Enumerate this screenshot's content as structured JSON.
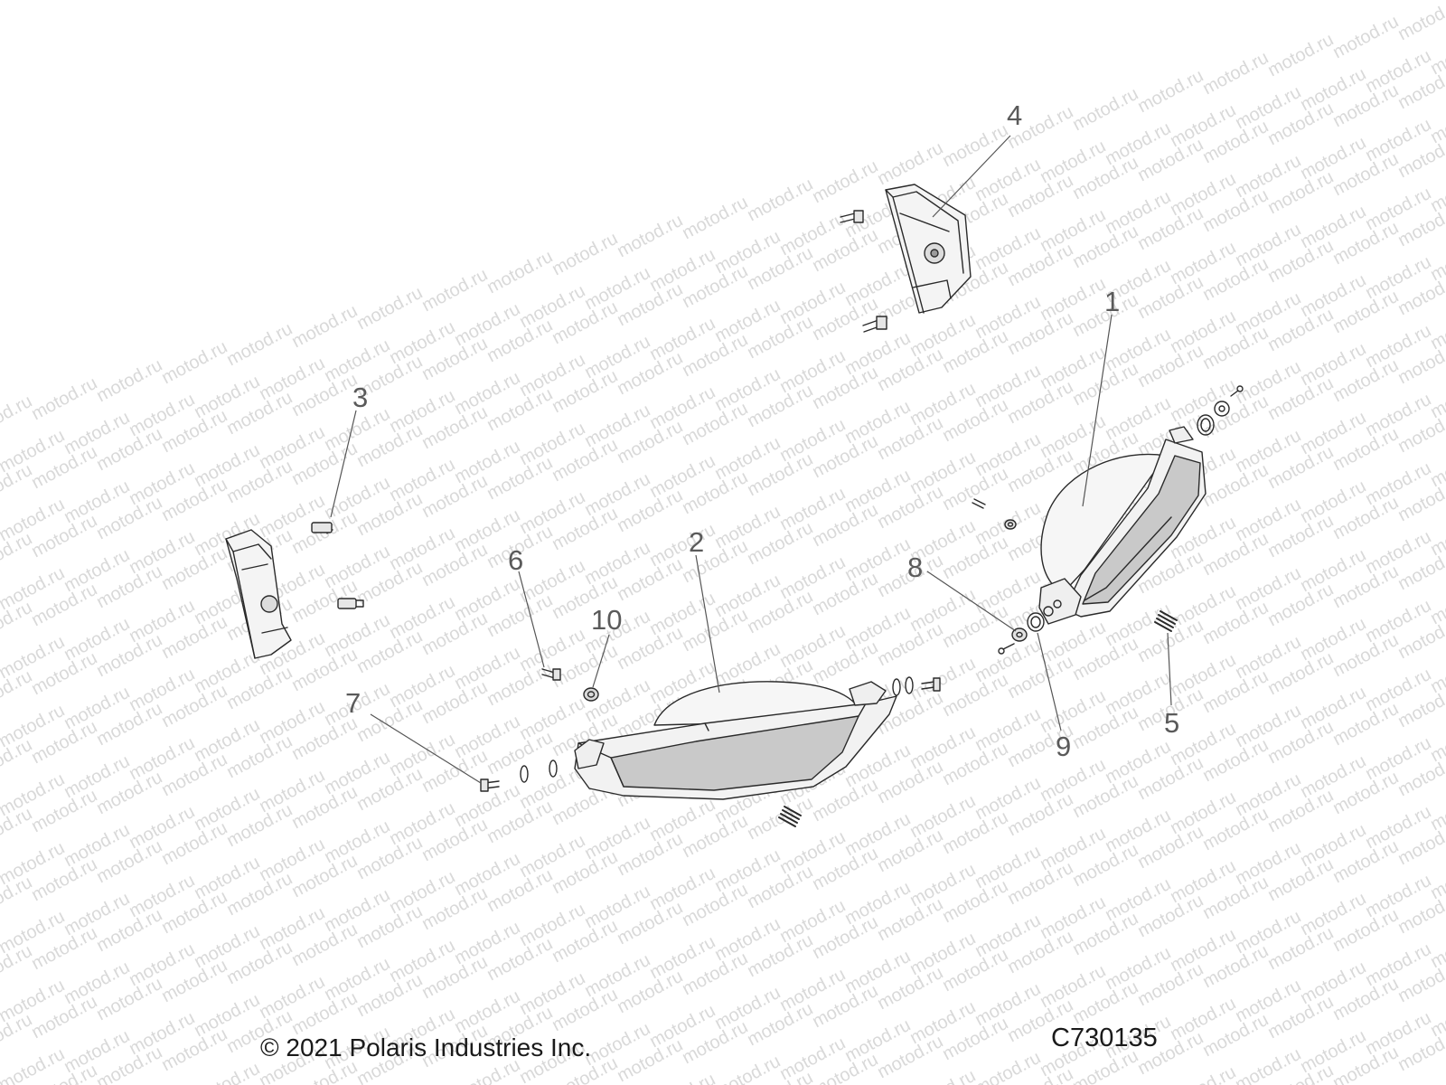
{
  "watermark": {
    "text": "motod.ru"
  },
  "callouts": [
    {
      "id": "1",
      "label": "1"
    },
    {
      "id": "2",
      "label": "2"
    },
    {
      "id": "3",
      "label": "3"
    },
    {
      "id": "4",
      "label": "4"
    },
    {
      "id": "5",
      "label": "5"
    },
    {
      "id": "6",
      "label": "6"
    },
    {
      "id": "7",
      "label": "7"
    },
    {
      "id": "8",
      "label": "8"
    },
    {
      "id": "9",
      "label": "9"
    },
    {
      "id": "10",
      "label": "10"
    }
  ],
  "footer": {
    "copyright": "© 2021 Polaris Industries Inc.",
    "drawing_code": "C730135"
  },
  "colors": {
    "line": "#2a2a2a",
    "part_fill": "#f2f2f2",
    "lens_fill": "#c7c7c7",
    "callout_text": "#5a5a5a",
    "watermark": "#d9d9d9"
  }
}
